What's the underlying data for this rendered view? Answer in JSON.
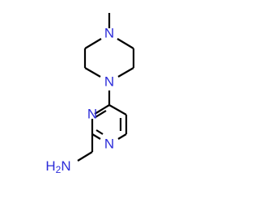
{
  "molecule": {
    "nitrogen_color": "#2b2bd9",
    "bond_color": "#000000",
    "atoms": {
      "piperazine_n_methyl": {
        "label": "N"
      },
      "piperazine_n_aryl": {
        "label": "N"
      },
      "pyrazine_n_top": {
        "label": "N"
      },
      "pyrazine_n_bottom": {
        "label": "N"
      },
      "amine": {
        "label": "H2N"
      }
    }
  }
}
